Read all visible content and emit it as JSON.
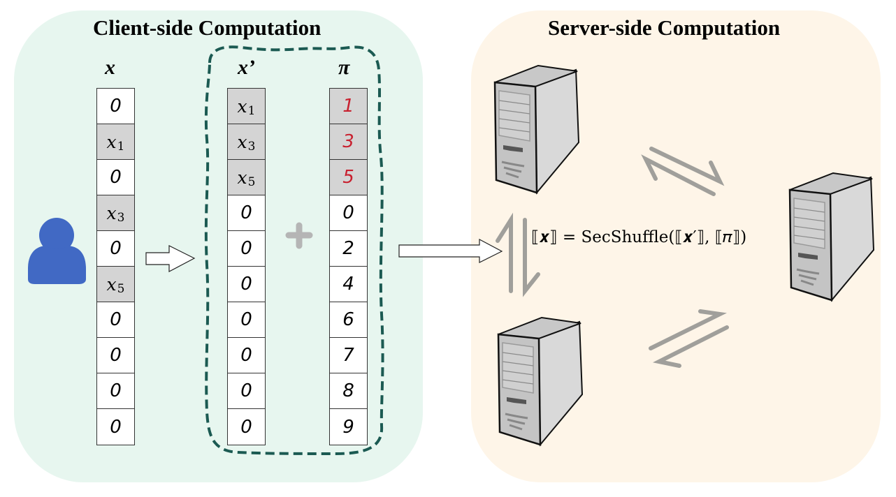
{
  "client": {
    "title": "Client-side Computation",
    "x_label": "x",
    "xprime_label": "x’",
    "pi_label": "π",
    "x_column": [
      {
        "text": "0",
        "var": false,
        "shaded": false
      },
      {
        "text": "x",
        "sub": "1",
        "var": true,
        "shaded": true
      },
      {
        "text": "0",
        "var": false,
        "shaded": false
      },
      {
        "text": "x",
        "sub": "3",
        "var": true,
        "shaded": true
      },
      {
        "text": "0",
        "var": false,
        "shaded": false
      },
      {
        "text": "x",
        "sub": "5",
        "var": true,
        "shaded": true
      },
      {
        "text": "0",
        "var": false,
        "shaded": false
      },
      {
        "text": "0",
        "var": false,
        "shaded": false
      },
      {
        "text": "0",
        "var": false,
        "shaded": false
      },
      {
        "text": "0",
        "var": false,
        "shaded": false
      }
    ],
    "xprime_column": [
      {
        "text": "x",
        "sub": "1",
        "var": true,
        "shaded": true
      },
      {
        "text": "x",
        "sub": "3",
        "var": true,
        "shaded": true
      },
      {
        "text": "x",
        "sub": "5",
        "var": true,
        "shaded": true
      },
      {
        "text": "0",
        "var": false,
        "shaded": false
      },
      {
        "text": "0",
        "var": false,
        "shaded": false
      },
      {
        "text": "0",
        "var": false,
        "shaded": false
      },
      {
        "text": "0",
        "var": false,
        "shaded": false
      },
      {
        "text": "0",
        "var": false,
        "shaded": false
      },
      {
        "text": "0",
        "var": false,
        "shaded": false
      },
      {
        "text": "0",
        "var": false,
        "shaded": false
      }
    ],
    "pi_column": [
      {
        "text": "1",
        "shaded": true,
        "red": true
      },
      {
        "text": "3",
        "shaded": true,
        "red": true
      },
      {
        "text": "5",
        "shaded": true,
        "red": true
      },
      {
        "text": "0",
        "shaded": false,
        "red": false
      },
      {
        "text": "2",
        "shaded": false,
        "red": false
      },
      {
        "text": "4",
        "shaded": false,
        "red": false
      },
      {
        "text": "6",
        "shaded": false,
        "red": false
      },
      {
        "text": "7",
        "shaded": false,
        "red": false
      },
      {
        "text": "8",
        "shaded": false,
        "red": false
      },
      {
        "text": "9",
        "shaded": false,
        "red": false
      }
    ],
    "plus_symbol": "+",
    "user_icon": "user-icon"
  },
  "server": {
    "title": "Server-side Computation",
    "formula": "⟦𝒙⟧ = SecShuffle(⟦𝒙′⟧, ⟦𝜋⟧)",
    "servers": [
      "server-icon",
      "server-icon",
      "server-icon"
    ]
  },
  "colors": {
    "client_bg": "#e7f6ef",
    "server_bg": "#fef5e8",
    "shaded_cell": "#d4d4d4",
    "highlight_red": "#c8202f",
    "dashed_outline": "#1b5a52",
    "user_blue": "#4169c4",
    "arrow_gray": "#a09f9b"
  }
}
